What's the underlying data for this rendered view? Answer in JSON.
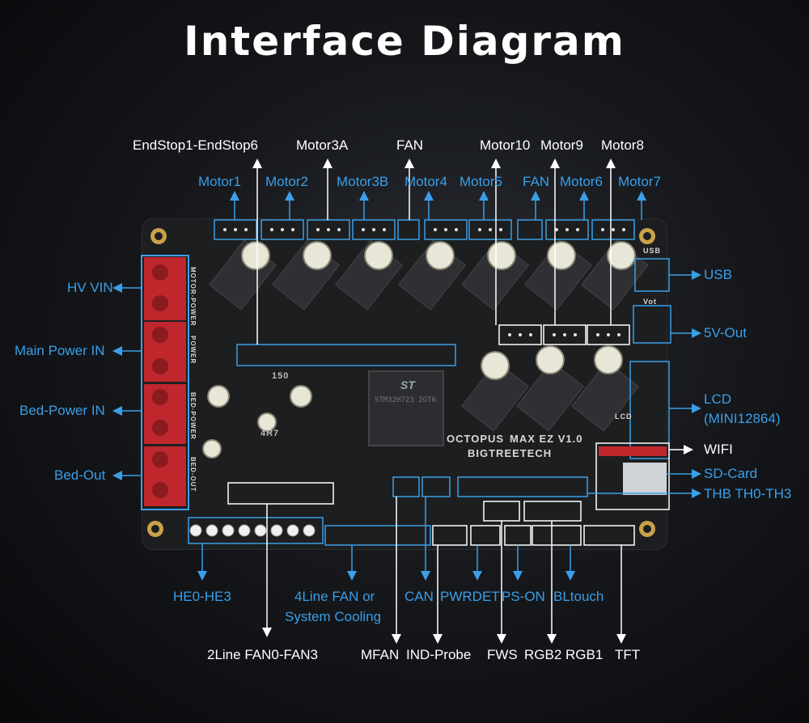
{
  "title": "Interface Diagram",
  "top_labels": {
    "endstop": "EndStop1-EndStop6",
    "motor3a": "Motor3A",
    "fan_top": "FAN",
    "motor10": "Motor10",
    "motor9": "Motor9",
    "motor8": "Motor8"
  },
  "motor_row": {
    "motor1": "Motor1",
    "motor2": "Motor2",
    "motor3b": "Motor3B",
    "motor4": "Motor4",
    "motor5": "Motor5",
    "fan": "FAN",
    "motor6": "Motor6",
    "motor7": "Motor7"
  },
  "left_labels": {
    "hv_vin": "HV VIN",
    "main_power": "Main Power IN",
    "bed_power": "Bed-Power IN",
    "bed_out": "Bed-Out"
  },
  "right_labels": {
    "usb": "USB",
    "five_v": "5V-Out",
    "lcd": "LCD",
    "lcd_sub": "(MINI12864)",
    "wifi": "WIFI",
    "sdcard": "SD-Card",
    "thb": "THB TH0-TH3"
  },
  "bottom_labels": {
    "he": "HE0-HE3",
    "fan4_line1": "4Line FAN or",
    "fan4_line2": "System Cooling",
    "can": "CAN",
    "pwrdet": "PWRDET",
    "pson": "PS-ON",
    "bltouch": "BLtouch",
    "fan2line": "2Line FAN0-FAN3",
    "mfan": "MFAN",
    "indprobe": "IND-Probe",
    "fws": "FWS",
    "rgb": "RGB2 RGB1",
    "tft": "TFT"
  },
  "board_silk": {
    "brand": "OCTOPUS",
    "model": "MAX EZ V1.0",
    "maker": "BIGTREETECH",
    "terminal1": "MOTOR-POWER",
    "terminal2": "POWER",
    "terminal3": "BED-POWER",
    "terminal4": "BED-OUT",
    "mcu_logo": "ST",
    "mcu_text": "STM32H723 ZGT6",
    "usb_silk": "USB",
    "vot_silk": "Vot",
    "lcd_silk": "LCD",
    "cap_150": "150",
    "ind_4r7": "4R7"
  },
  "colors": {
    "accent_blue": "#3a9fe8",
    "label_white": "#ffffff",
    "terminal_red": "#c0272d"
  }
}
